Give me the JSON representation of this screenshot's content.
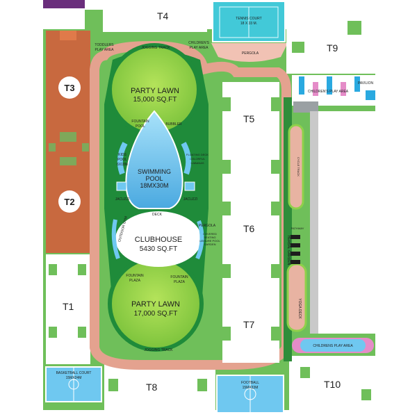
{
  "colors": {
    "green": "#6fbf5a",
    "dark_green": "#1f8b3a",
    "path": "#e4a28f",
    "tower": "#ffffff",
    "tower_brown": "#c8693f",
    "water": "#6fc8f0",
    "lawn": "#8fd04a",
    "purple": "#6a2e7c"
  },
  "towers": {
    "t1": "T1",
    "t2": "T2",
    "t3": "T3",
    "t4": "T4",
    "t5": "T5",
    "t6": "T6",
    "t7": "T7",
    "t8": "T8",
    "t9": "T9",
    "t10": "T10"
  },
  "amenities": {
    "party_lawn_top": {
      "line1": "PARTY LAWN",
      "line2": "15,000 SQ.FT"
    },
    "party_lawn_bottom": {
      "line1": "PARTY LAWN",
      "line2": "17,000 SQ.FT"
    },
    "swimming_pool": {
      "line1": "SWIMMING",
      "line2": "POOL",
      "line3": "18MX30M"
    },
    "clubhouse": {
      "line1": "CLUBHOUSE",
      "line2": "5430 SQ.FT"
    },
    "tennis_court": {
      "line1": "TENNIS COURT",
      "line2": "18 X 33 M."
    },
    "basketball_court": {
      "line1": "BASKETBALL COURT",
      "line2": "15MX24M"
    },
    "football": {
      "line1": "FOOTBALL",
      "line2": "15MX33M"
    },
    "fountain_pool": {
      "line1": "FOUNTAIN",
      "line2": "POOL"
    },
    "bubbler": "BUBBLER",
    "kids_pool": {
      "line1": "KIDS",
      "line2": "POOL",
      "line3": "6X18M"
    },
    "floating_deck": {
      "line1": "FLOATING DECK",
      "line2": "COLORFUL",
      "line3": "CABANAS"
    },
    "jacuzzi_left": "JACUZZI",
    "jacuzzi_right": "JACUZZI",
    "deck": "DECK",
    "pergola_top": "PERGOLA",
    "pergola_right": "PERGOLA",
    "outdoor_gym": "OUTDOOR GYM",
    "covered_seating": {
      "line1": "COVERED",
      "line2": "SEATING",
      "line3": "LEISURE POOL",
      "line4": "GARDEN"
    },
    "fountain_plaza_left": {
      "line1": "FOUNTAIN",
      "line2": "PLAZA"
    },
    "fountain_plaza_right": {
      "line1": "FOUNTAIN",
      "line2": "PLAZA"
    },
    "jogging_track_top": "JOGGING TRACK",
    "jogging_track_bottom": "JOGGING TRACK",
    "toddlers_play_area": {
      "line1": "TODDLERS",
      "line2": "PLAY AREA"
    },
    "childrens_play_area_top": {
      "line1": "CHILDREN'S",
      "line2": "PLAY AREA"
    },
    "childrens_play_area_right": "CHILDREN'S PLAY AREA",
    "pavilion": "PAVILION",
    "cycle_track": "CYCLE TRACK",
    "pathway": "PATHWAY",
    "herbal_garden": "HERBAL GARDEN",
    "yoga_deck": "YOGA DECK",
    "childrens_play_area_bottom": "CHILDRENS PLAY AREA"
  }
}
